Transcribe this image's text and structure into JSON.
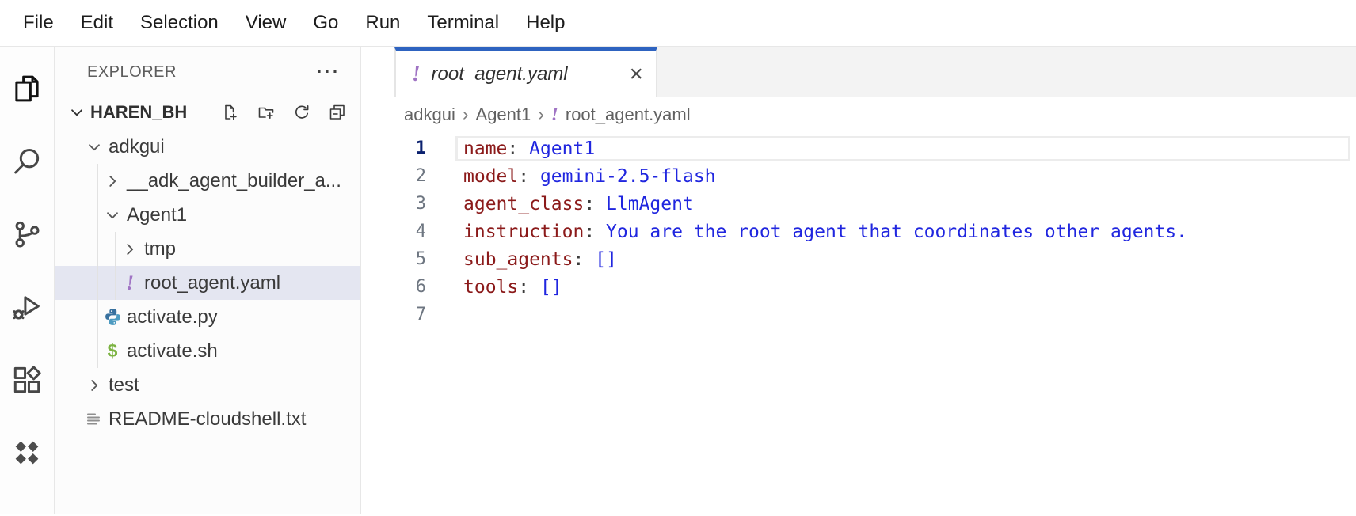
{
  "menu": {
    "items": [
      "File",
      "Edit",
      "Selection",
      "View",
      "Go",
      "Run",
      "Terminal",
      "Help"
    ]
  },
  "activity_bar": {
    "items": [
      {
        "name": "explorer",
        "active": true
      },
      {
        "name": "search",
        "active": false
      },
      {
        "name": "source-control",
        "active": false
      },
      {
        "name": "run-and-debug",
        "active": false
      },
      {
        "name": "extensions",
        "active": false
      },
      {
        "name": "cloud-extension",
        "active": false
      }
    ]
  },
  "explorer": {
    "title": "EXPLORER",
    "workspace": {
      "name": "HAREN_BH",
      "toolbar": [
        "new-file",
        "new-folder",
        "refresh",
        "collapse-all"
      ]
    },
    "tree": [
      {
        "label": "adkgui",
        "kind": "folder-expanded",
        "level": 1
      },
      {
        "label": "__adk_agent_builder_a...",
        "kind": "folder-collapsed",
        "level": 2
      },
      {
        "label": "Agent1",
        "kind": "folder-expanded",
        "level": 2
      },
      {
        "label": "tmp",
        "kind": "folder-collapsed",
        "level": 3
      },
      {
        "label": "root_agent.yaml",
        "kind": "yaml-file",
        "level": 3,
        "selected": true
      },
      {
        "label": "activate.py",
        "kind": "python-file",
        "level": 2
      },
      {
        "label": "activate.sh",
        "kind": "shell-file",
        "level": 2
      },
      {
        "label": "test",
        "kind": "folder-collapsed",
        "level": 1
      },
      {
        "label": "README-cloudshell.txt",
        "kind": "text-file",
        "level": 1
      }
    ]
  },
  "editor": {
    "tab": {
      "label": "root_agent.yaml",
      "icon": "yaml-warning-icon",
      "preview_italic": true
    },
    "breadcrumb": {
      "items": [
        "adkgui",
        "Agent1",
        "root_agent.yaml"
      ]
    },
    "lines": [
      {
        "num": "1",
        "key": "name",
        "sep": ": ",
        "value": "Agent1",
        "active": true
      },
      {
        "num": "2",
        "key": "model",
        "sep": ": ",
        "value": "gemini-2.5-flash"
      },
      {
        "num": "3",
        "key": "agent_class",
        "sep": ": ",
        "value": "LlmAgent"
      },
      {
        "num": "4",
        "key": "instruction",
        "sep": ": ",
        "value": "You are the root agent that coordinates other agents."
      },
      {
        "num": "5",
        "key": "sub_agents",
        "sep": ": ",
        "value": "[]"
      },
      {
        "num": "6",
        "key": "tools",
        "sep": ": ",
        "value": "[]"
      },
      {
        "num": "7",
        "key": "",
        "sep": "",
        "value": ""
      }
    ]
  },
  "icons": {
    "more": "⋯",
    "close": "×",
    "breadcrumb_sep": "›",
    "yaml": "!",
    "shell": "$"
  },
  "colors": {
    "tab_active_border": "#2e63c0",
    "yaml_icon": "#a074c4",
    "python_icon_dark": "#38719f",
    "python_icon_light": "#4d9bc1",
    "shell_icon": "#7cb342",
    "selection_bg": "#e4e6f1",
    "yaml_key": "#8b1a1a",
    "yaml_value": "#2026df",
    "breadcrumb_text": "#616161",
    "line_number": "#6e7681",
    "active_line_number": "#0b216f"
  }
}
